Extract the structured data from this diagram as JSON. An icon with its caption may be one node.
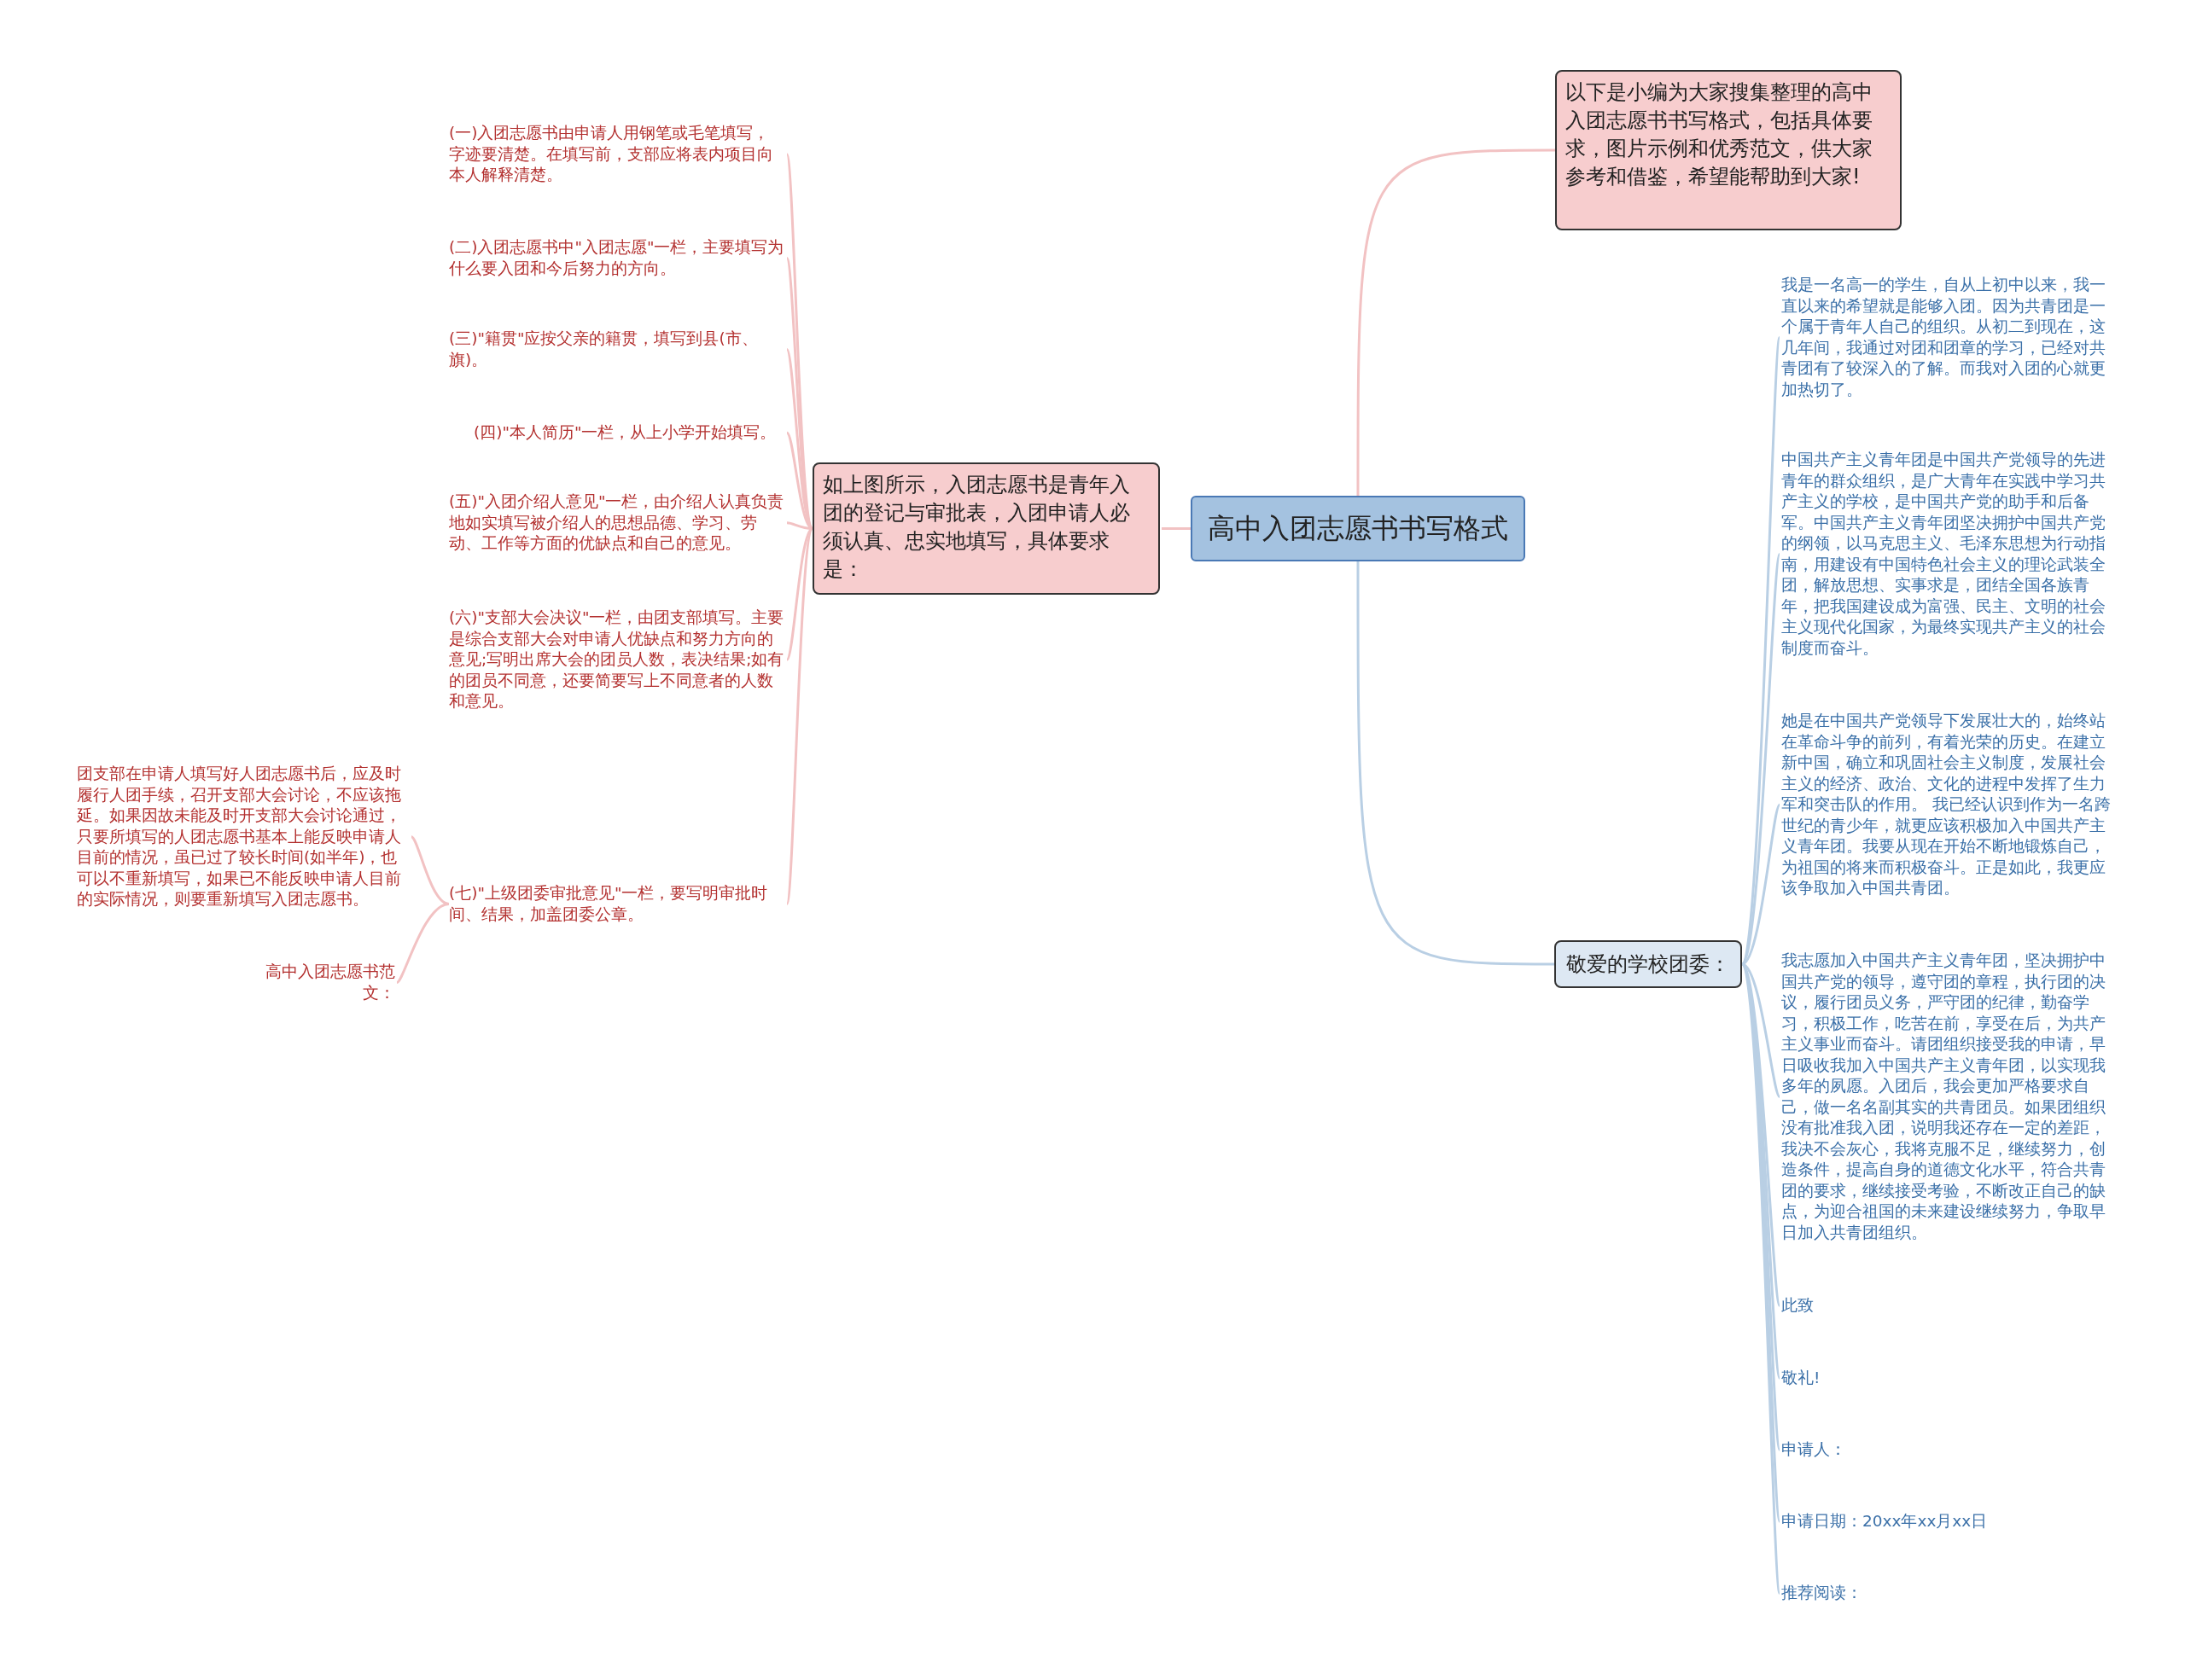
{
  "diagram": {
    "nodes": [
      {
        "text": [
          "高中入团志愿书书写格式"
        ]
      },
      {
        "text": [
          "以下是小编为大家搜集整理的高中入团志愿书书写格式，包括具体要求，图片示例和优秀范文，供大家参考和借鉴，希望能帮助到大家!"
        ]
      },
      {
        "text": [
          "如上图所示，入团志愿书是青年入团的登记与审批表，入团申请人必须认真、忠实地填写，具体要求是："
        ]
      },
      {
        "text": [
          "(一)入团志愿书由申请人用钢笔或毛笔填写，字迹要清楚。在填写前，支部应将表内项目向本人解释清楚。"
        ]
      },
      {
        "text": [
          "(二)入团志愿书中\"入团志愿\"一栏，主要填写为什么要入团和今后努力的方向。"
        ]
      },
      {
        "text": [
          "(三)\"籍贯\"应按父亲的籍贯，填写到县(市、旗)。"
        ]
      },
      {
        "text": [
          "(四)\"本人简历\"一栏，从上小学开始填写。"
        ]
      },
      {
        "text": [
          "(五)\"入团介绍人意见\"一栏，由介绍人认真负责地如实填写被介绍人的思想品德、学习、劳动、工作等方面的优缺点和自己的意见。"
        ]
      },
      {
        "text": [
          "(六)\"支部大会决议\"一栏，由团支部填写。主要是综合支部大会对申请人优缺点和努力方向的意见;写明出席大会的团员人数，表决结果;如有的团员不同意，还要简要写上不同意者的人数和意见。"
        ]
      },
      {
        "text": [
          "(七)\"上级团委审批意见\"一栏，要写明审批时间、结果，加盖团委公章。"
        ]
      },
      {
        "text": [
          "团支部在申请人填写好人团志愿书后，应及时履行人团手续，召开支部大会讨论，不应该拖延。如果因故未能及时开支部大会讨论通过，只要所填写的人团志愿书基本上能反映申请人目前的情况，虽已过了较长时间(如半年)，也可以不重新填写，如果已不能反映申请人目前的实际情况，则要重新填写入团志愿书。"
        ]
      },
      {
        "text": [
          "高中入团志愿书范文："
        ]
      },
      {
        "text": [
          "敬爱的学校团委："
        ]
      },
      {
        "text": [
          "我是一名高一的学生，自从上初中以来，我一直以来的希望就是能够入团。因为共青团是一个属于青年人自己的组织。从初二到现在，这几年间，我通过对团和团章的学习，已经对共青团有了较深入的了解。而我对入团的心就更加热切了。"
        ]
      },
      {
        "text": [
          "中国共产主义青年团是中国共产党领导的先进青年的群众组织，是广大青年在实践中学习共产主义的学校，是中国共产党的助手和后备军。中国共产主义青年团坚决拥护中国共产党的纲领，以马克思主义、毛泽东思想为行动指南，用建设有中国特色社会主义的理论武装全团，解放思想、实事求是，团结全国各族青年，把我国建设成为富强、民主、文明的社会主义现代化国家，为最终实现共产主义的社会制度而奋斗。"
        ]
      },
      {
        "text": [
          "她是在中国共产党领导下发展壮大的，始终站在革命斗争的前列，有着光荣的历史。在建立新中国，确立和巩固社会主义制度，发展社会主义的经济、政治、文化的进程中发挥了生力军和突击队的作用。 我已经认识到作为一名跨世纪的青少年，就更应该积极加入中国共产主义青年团。我要从现在开始不断地锻炼自己，为祖国的将来而积极奋斗。正是如此，我更应该争取加入中国共青团。"
        ]
      },
      {
        "text": [
          "我志愿加入中国共产主义青年团，坚决拥护中国共产党的领导，遵守团的章程，执行团的决议，履行团员义务，严守团的纪律，勤奋学习，积极工作，吃苦在前，享受在后，为共产主义事业而奋斗。请团组织接受我的申请，早日吸收我加入中国共产主义青年团，以实现我多年的夙愿。入团后，我会更加严格要求自己，做一名名副其实的共青团员。如果团组织没有批准我入团，说明我还存在一定的差距，我决不会灰心，我将克服不足，继续努力，创造条件，提高自身的道德文化水平，符合共青团的要求，继续接受考验，不断改正自己的缺点，为迎合祖国的未来建设继续努力，争取早日加入共青团组织。"
        ]
      },
      {
        "text": [
          "此致"
        ]
      },
      {
        "text": [
          "敬礼!"
        ]
      },
      {
        "text": [
          "申请人："
        ]
      },
      {
        "text": [
          "申请日期：20xx年xx月xx日"
        ]
      },
      {
        "text": [
          "推荐阅读："
        ]
      }
    ],
    "edges": [
      {
        "from": 0,
        "to": 1,
        "arrow": "none"
      },
      {
        "from": 0,
        "to": 2,
        "arrow": "none"
      },
      {
        "from": 0,
        "to": 12,
        "arrow": "none",
        "color": "#b9cfe4"
      },
      {
        "from": 2,
        "to": 3,
        "arrow": "none"
      },
      {
        "from": 2,
        "to": 4,
        "arrow": "none"
      },
      {
        "from": 2,
        "to": 5,
        "arrow": "none"
      },
      {
        "from": 2,
        "to": 6,
        "arrow": "none"
      },
      {
        "from": 2,
        "to": 7,
        "arrow": "none"
      },
      {
        "from": 2,
        "to": 8,
        "arrow": "none"
      },
      {
        "from": 2,
        "to": 9,
        "arrow": "none"
      },
      {
        "from": 9,
        "to": 10,
        "arrow": "none"
      },
      {
        "from": 9,
        "to": 11,
        "arrow": "none"
      },
      {
        "from": 12,
        "to": 13,
        "arrow": "none",
        "color": "#b9cfe4"
      },
      {
        "from": 12,
        "to": 14,
        "arrow": "none",
        "color": "#b9cfe4"
      },
      {
        "from": 12,
        "to": 15,
        "arrow": "none",
        "color": "#b9cfe4"
      },
      {
        "from": 12,
        "to": 16,
        "arrow": "none",
        "color": "#b9cfe4"
      },
      {
        "from": 12,
        "to": 17,
        "arrow": "none",
        "color": "#b9cfe4"
      },
      {
        "from": 12,
        "to": 18,
        "arrow": "none",
        "color": "#b9cfe4"
      },
      {
        "from": 12,
        "to": 19,
        "arrow": "none",
        "color": "#b9cfe4"
      },
      {
        "from": 12,
        "to": 20,
        "arrow": "none",
        "color": "#b9cfe4"
      },
      {
        "from": 12,
        "to": 21,
        "arrow": "none",
        "color": "#b9cfe4"
      }
    ]
  }
}
